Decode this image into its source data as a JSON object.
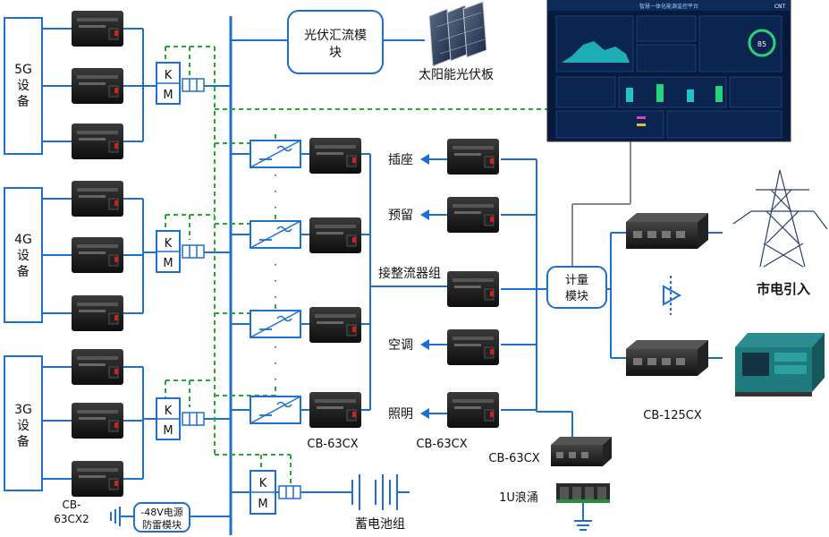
{
  "devices": {
    "g5": [
      "5G",
      "设",
      "备"
    ],
    "g4": [
      "4G",
      "设",
      "备"
    ],
    "g3": [
      "3G",
      "设",
      "备"
    ]
  },
  "km": {
    "k": "K",
    "m": "M"
  },
  "solar": {
    "module_line1": "光伏汇流模",
    "module_line2": "块",
    "panel_label": "太阳能光伏板"
  },
  "loads": {
    "socket": "插座",
    "reserve": "预留",
    "rectifier": "接整流器组",
    "ac": "空调",
    "lighting": "照明"
  },
  "model_labels": {
    "cb63cx_a": "CB-63CX",
    "cb63cx_b": "CB-63CX",
    "cb63cx_c": "CB-63CX",
    "cb125cx": "CB-125CX",
    "cb63cx2_line1": "CB-",
    "cb63cx2_line2": "63CX2"
  },
  "meter": {
    "line1": "计量",
    "line2": "模块"
  },
  "grid": {
    "mains": "市电引入"
  },
  "bottom": {
    "surge_line1": "-48V电源",
    "surge_line2": "防雷模块",
    "battery": "蓄电池组",
    "spd": "1U浪涌"
  },
  "dots": "·",
  "monitor": {
    "title": "智慧一体化能源监控平台",
    "brand": "CNT",
    "gauge_value": "85"
  },
  "colors": {
    "blue": "#1f6fd1",
    "green": "#22aa33",
    "dark": "#1a1a1a",
    "gray": "#888888"
  }
}
